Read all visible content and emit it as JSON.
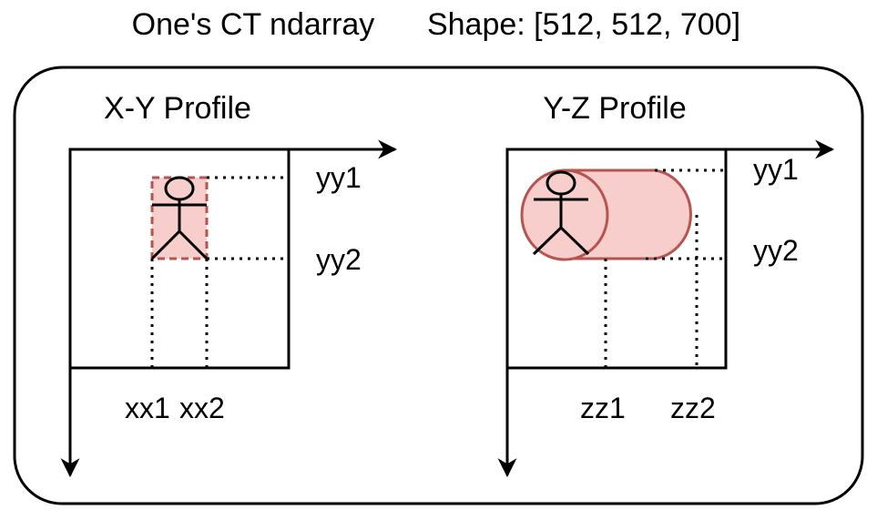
{
  "header": {
    "title": "One's CT ndarray",
    "shape": "Shape: [512, 512, 700]"
  },
  "xy_profile": {
    "title": "X-Y Profile",
    "labels": {
      "yy1": "yy1",
      "yy2": "yy2",
      "xx1": "xx1",
      "xx2": "xx2"
    }
  },
  "yz_profile": {
    "title": "Y-Z Profile",
    "labels": {
      "yy1": "yy1",
      "yy2": "yy2",
      "zz1": "zz1",
      "zz2": "zz2"
    }
  },
  "colors": {
    "line": "#000000",
    "roi_fill": "#f8cecc",
    "roi_stroke": "#b85450"
  },
  "icons": {
    "person": "person-icon",
    "cylinder": "cylinder-icon"
  }
}
